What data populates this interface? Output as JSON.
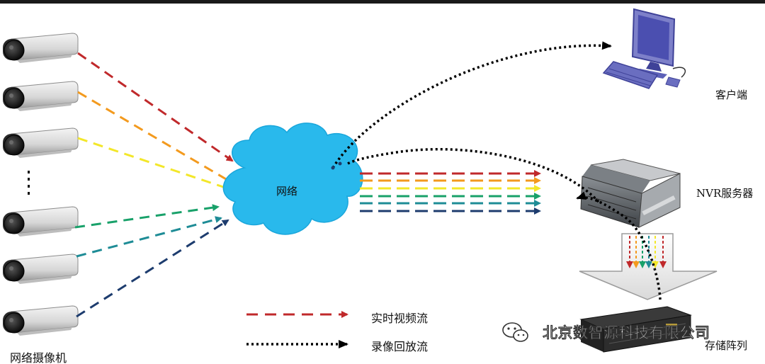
{
  "labels": {
    "cameras": "网络摄像机",
    "client": "客户端",
    "nvr": "NVR服务器",
    "storage": "存储阵列",
    "network": "网络"
  },
  "legend": {
    "live_stream": "实时视频流",
    "playback_stream": "录像回放流"
  },
  "watermark": "北京数智源科技有限公司",
  "colors": {
    "cloud": "#29b9ec",
    "live_stream": "#c0292b",
    "playback_stream": "#000000",
    "stream_red": "#c0292b",
    "stream_orange": "#f39a1e",
    "stream_yellow": "#f3e72a",
    "stream_green": "#19a16a",
    "stream_teal": "#1e8c96",
    "stream_navy": "#1d3c6e"
  },
  "icons": [
    "camera-icon",
    "computer-icon",
    "server-icon",
    "storage-icon",
    "cloud-icon",
    "wechat-icon"
  ]
}
